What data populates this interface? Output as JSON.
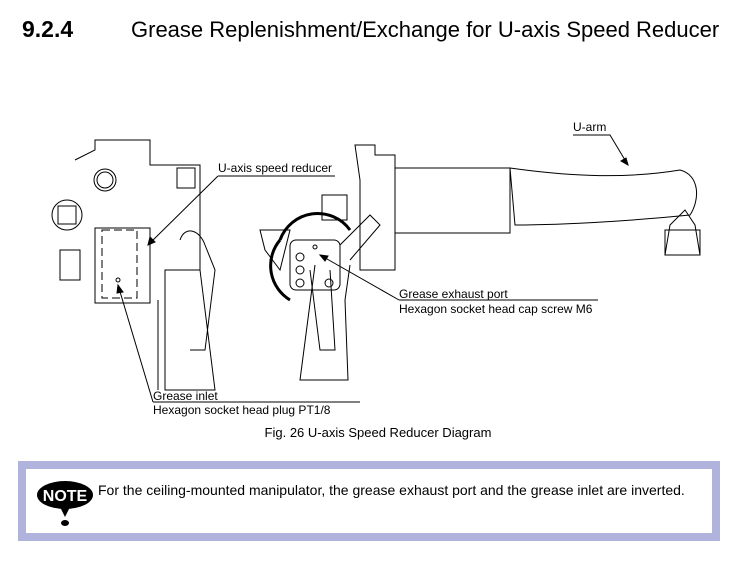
{
  "section": {
    "number": "9.2.4",
    "title": "Grease Replenishment/Exchange for U-axis Speed Reducer"
  },
  "figure": {
    "labels": {
      "u_axis_reducer": "U-axis speed reducer",
      "u_arm": "U-arm",
      "exhaust_port": "Grease exhaust port",
      "exhaust_screw": "Hexagon socket head cap screw M6",
      "inlet": "Grease inlet",
      "inlet_plug": "Hexagon socket head plug PT1/8"
    },
    "caption": "Fig. 26  U-axis Speed Reducer Diagram"
  },
  "note": {
    "icon_text": "NOTE",
    "text": "For the ceiling-mounted manipulator, the grease exhaust port and the grease inlet are inverted."
  },
  "colors": {
    "note_border": "#b0b4dc"
  }
}
